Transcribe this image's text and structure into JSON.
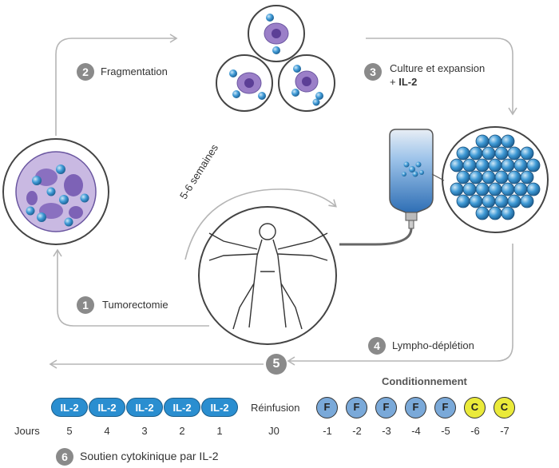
{
  "steps": {
    "s1": {
      "num": "1",
      "label": "Tumorectomie"
    },
    "s2": {
      "num": "2",
      "label": "Fragmentation"
    },
    "s3": {
      "num": "3",
      "label_line1": "Culture et expansion",
      "label_line2_prefix": "+ ",
      "label_line2_bold": "IL-2"
    },
    "s4": {
      "num": "4",
      "label": "Lympho-déplétion"
    },
    "s5": {
      "num": "5"
    },
    "s6": {
      "num": "6",
      "label": "Soutien cytokinique par IL-2"
    }
  },
  "duration": "5-6 semaines",
  "timeline": {
    "jours_label": "Jours",
    "il2_pill": "IL-2",
    "il2_days": [
      "5",
      "4",
      "3",
      "2",
      "1"
    ],
    "reinfusion_label": "Réinfusion",
    "reinfusion_day": "J0",
    "conditioning_title": "Conditionnement",
    "conditioning": [
      {
        "letter": "F",
        "day": "-1"
      },
      {
        "letter": "F",
        "day": "-2"
      },
      {
        "letter": "F",
        "day": "-3"
      },
      {
        "letter": "F",
        "day": "-4"
      },
      {
        "letter": "F",
        "day": "-5"
      },
      {
        "letter": "C",
        "day": "-6"
      },
      {
        "letter": "C",
        "day": "-7"
      }
    ]
  },
  "colors": {
    "tumor_purple": "#9b7fc8",
    "cell_blue": "#2a8ed0",
    "arrow_gray": "#b5b5b5",
    "fludarabine_blue": "#7aa9d9",
    "cyclophosphamide_yellow": "#eaea3a"
  }
}
